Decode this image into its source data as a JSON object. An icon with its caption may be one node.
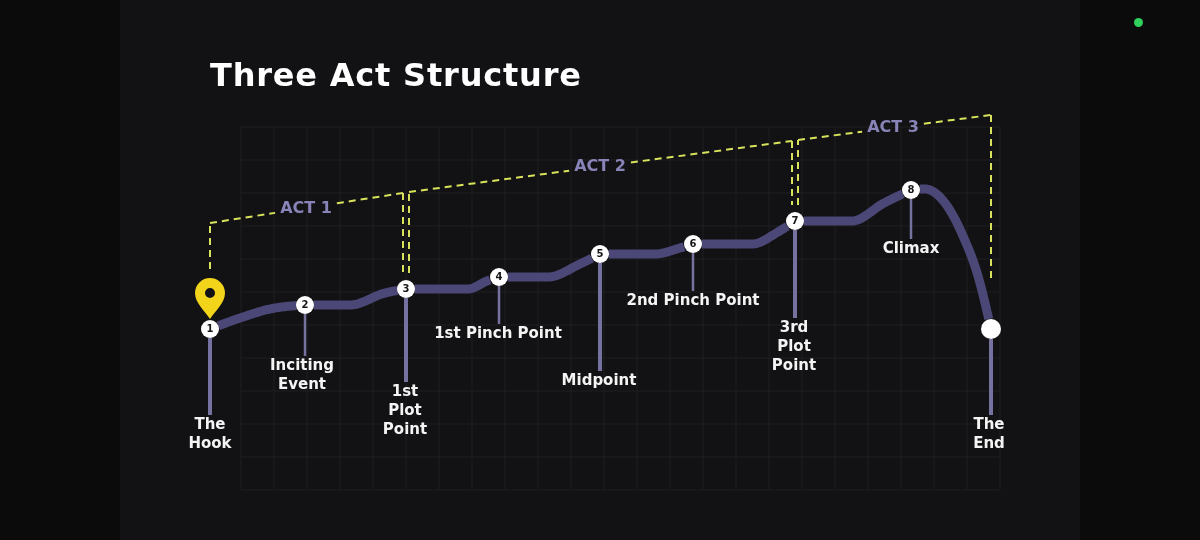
{
  "diagram": {
    "title": "Three Act Structure",
    "nodes": [
      {
        "text": [
          "1"
        ]
      },
      {
        "text": [
          "The Hook"
        ]
      },
      {
        "text": [
          "2"
        ]
      },
      {
        "text": [
          "Inciting Event"
        ]
      },
      {
        "text": [
          "3"
        ]
      },
      {
        "text": [
          "1st Plot Point"
        ]
      },
      {
        "text": [
          "4"
        ]
      },
      {
        "text": [
          "1st Pinch Point"
        ]
      },
      {
        "text": [
          "5"
        ]
      },
      {
        "text": [
          "Midpoint"
        ]
      },
      {
        "text": [
          "6"
        ]
      },
      {
        "text": [
          "2nd Pinch Point"
        ]
      },
      {
        "text": [
          "7"
        ]
      },
      {
        "text": [
          "3rd Plot Point"
        ]
      },
      {
        "text": [
          "8"
        ]
      },
      {
        "text": [
          "Climax"
        ]
      },
      {
        "text": [],
        "shape": "circle"
      },
      {
        "text": [
          "The End"
        ]
      }
    ],
    "edges": [
      {
        "from": 0,
        "to": 2,
        "arrow": "none",
        "style": "thick",
        "color": "#4b4776"
      },
      {
        "from": 2,
        "to": 4,
        "arrow": "none",
        "style": "thick",
        "color": "#4b4776"
      },
      {
        "from": 4,
        "to": 6,
        "arrow": "none",
        "style": "thick",
        "color": "#4b4776"
      },
      {
        "from": 6,
        "to": 8,
        "arrow": "none",
        "style": "thick",
        "color": "#4b4776"
      },
      {
        "from": 8,
        "to": 10,
        "arrow": "none",
        "style": "thick",
        "color": "#4b4776"
      },
      {
        "from": 10,
        "to": 12,
        "arrow": "none",
        "style": "thick",
        "color": "#4b4776"
      },
      {
        "from": 12,
        "to": 14,
        "arrow": "none",
        "style": "thick",
        "color": "#4b4776"
      },
      {
        "from": 14,
        "to": 16,
        "arrow": "none",
        "style": "thick",
        "color": "#4b4776"
      },
      {
        "from": 1,
        "to": 0,
        "arrow": "none"
      },
      {
        "from": 3,
        "to": 2,
        "arrow": "none"
      },
      {
        "from": 5,
        "to": 4,
        "arrow": "none"
      },
      {
        "from": 7,
        "to": 6,
        "arrow": "none"
      },
      {
        "from": 9,
        "to": 8,
        "arrow": "none"
      },
      {
        "from": 11,
        "to": 10,
        "arrow": "none"
      },
      {
        "from": 13,
        "to": 12,
        "arrow": "none"
      },
      {
        "from": 15,
        "to": 14,
        "arrow": "none"
      },
      {
        "from": 17,
        "to": 16,
        "arrow": "none"
      }
    ],
    "labels": [
      "ACT 1",
      "ACT 2",
      "ACT 3"
    ]
  }
}
